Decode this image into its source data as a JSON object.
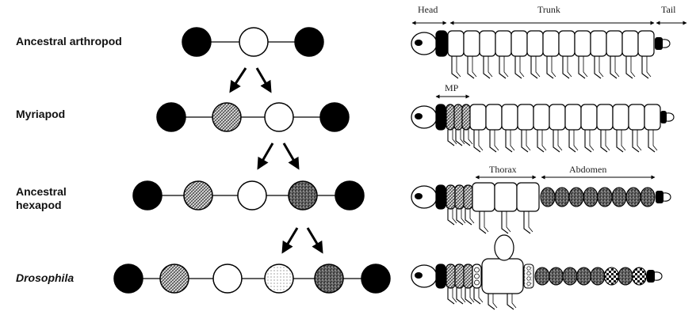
{
  "rows": [
    {
      "label_lines": [
        "Ancestral arthropod"
      ],
      "italic": false
    },
    {
      "label_lines": [
        "Myriapod"
      ],
      "italic": false
    },
    {
      "label_lines": [
        "Ancestral",
        "hexapod"
      ],
      "italic": false
    },
    {
      "label_lines": [
        "Drosophila"
      ],
      "italic": true
    }
  ],
  "body_region_labels": {
    "head": "Head",
    "trunk": "Trunk",
    "tail": "Tail",
    "mp": "MP",
    "thorax": "Thorax",
    "abdomen": "Abdomen"
  },
  "node_states": {
    "black": "#000000",
    "white": "#ffffff",
    "light_stipple": "#cfcfcf",
    "medium_hatch": "#9a9a9a",
    "dark_stipple": "#5a5a5a"
  }
}
